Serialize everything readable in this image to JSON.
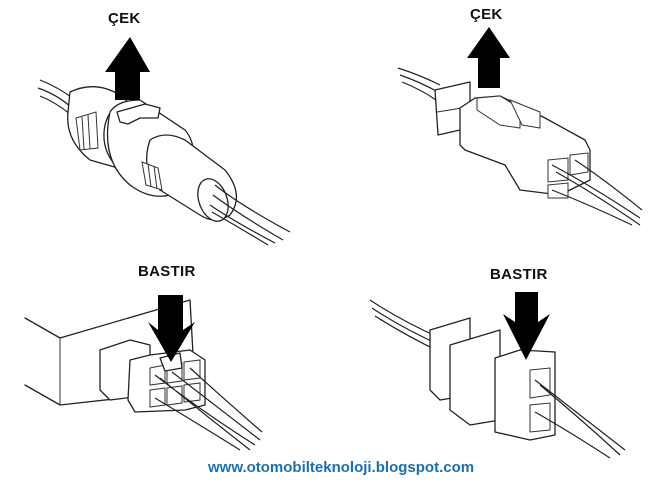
{
  "panels": [
    {
      "id": "top-left",
      "label": "ÇEK",
      "action": "pull",
      "arrow_direction": "up",
      "connector": "cylindrical"
    },
    {
      "id": "top-right",
      "label": "ÇEK",
      "action": "pull",
      "arrow_direction": "up",
      "connector": "rectangular-2x2"
    },
    {
      "id": "bottom-left",
      "label": "BASTIR",
      "action": "push",
      "arrow_direction": "down",
      "connector": "rectangular-2x3-into-housing"
    },
    {
      "id": "bottom-right",
      "label": "BASTIR",
      "action": "push",
      "arrow_direction": "down",
      "connector": "rectangular-1x2"
    }
  ],
  "watermark": "www.otomobilteknoloji.blogspot.com",
  "colors": {
    "watermark": "#1a6fb5",
    "arrow": "#000000",
    "line": "#222222"
  }
}
